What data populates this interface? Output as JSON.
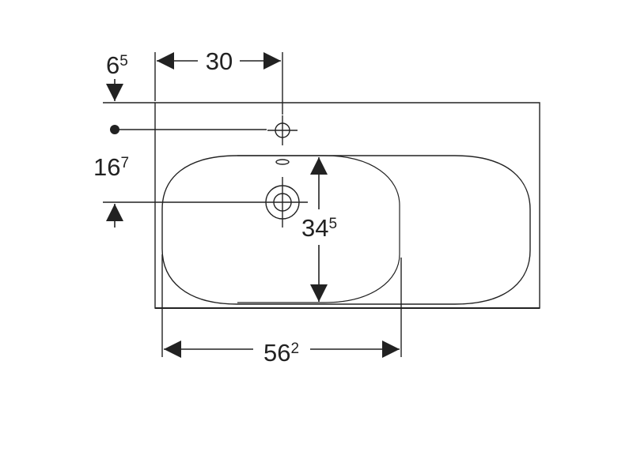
{
  "colors": {
    "line": "#222222",
    "background": "#ffffff"
  },
  "dimensions": {
    "top_offset": {
      "main": "6",
      "sup": "5"
    },
    "tap_hole_from_left": {
      "main": "30",
      "sup": ""
    },
    "tap_to_drain": {
      "main": "16",
      "sup": "7"
    },
    "bowl_depth": {
      "main": "34",
      "sup": "5"
    },
    "bowl_width": {
      "main": "56",
      "sup": "2"
    }
  },
  "icons": {
    "tap_hole": "tap-hole-icon",
    "drain": "drain-icon",
    "overflow": "overflow-icon"
  }
}
